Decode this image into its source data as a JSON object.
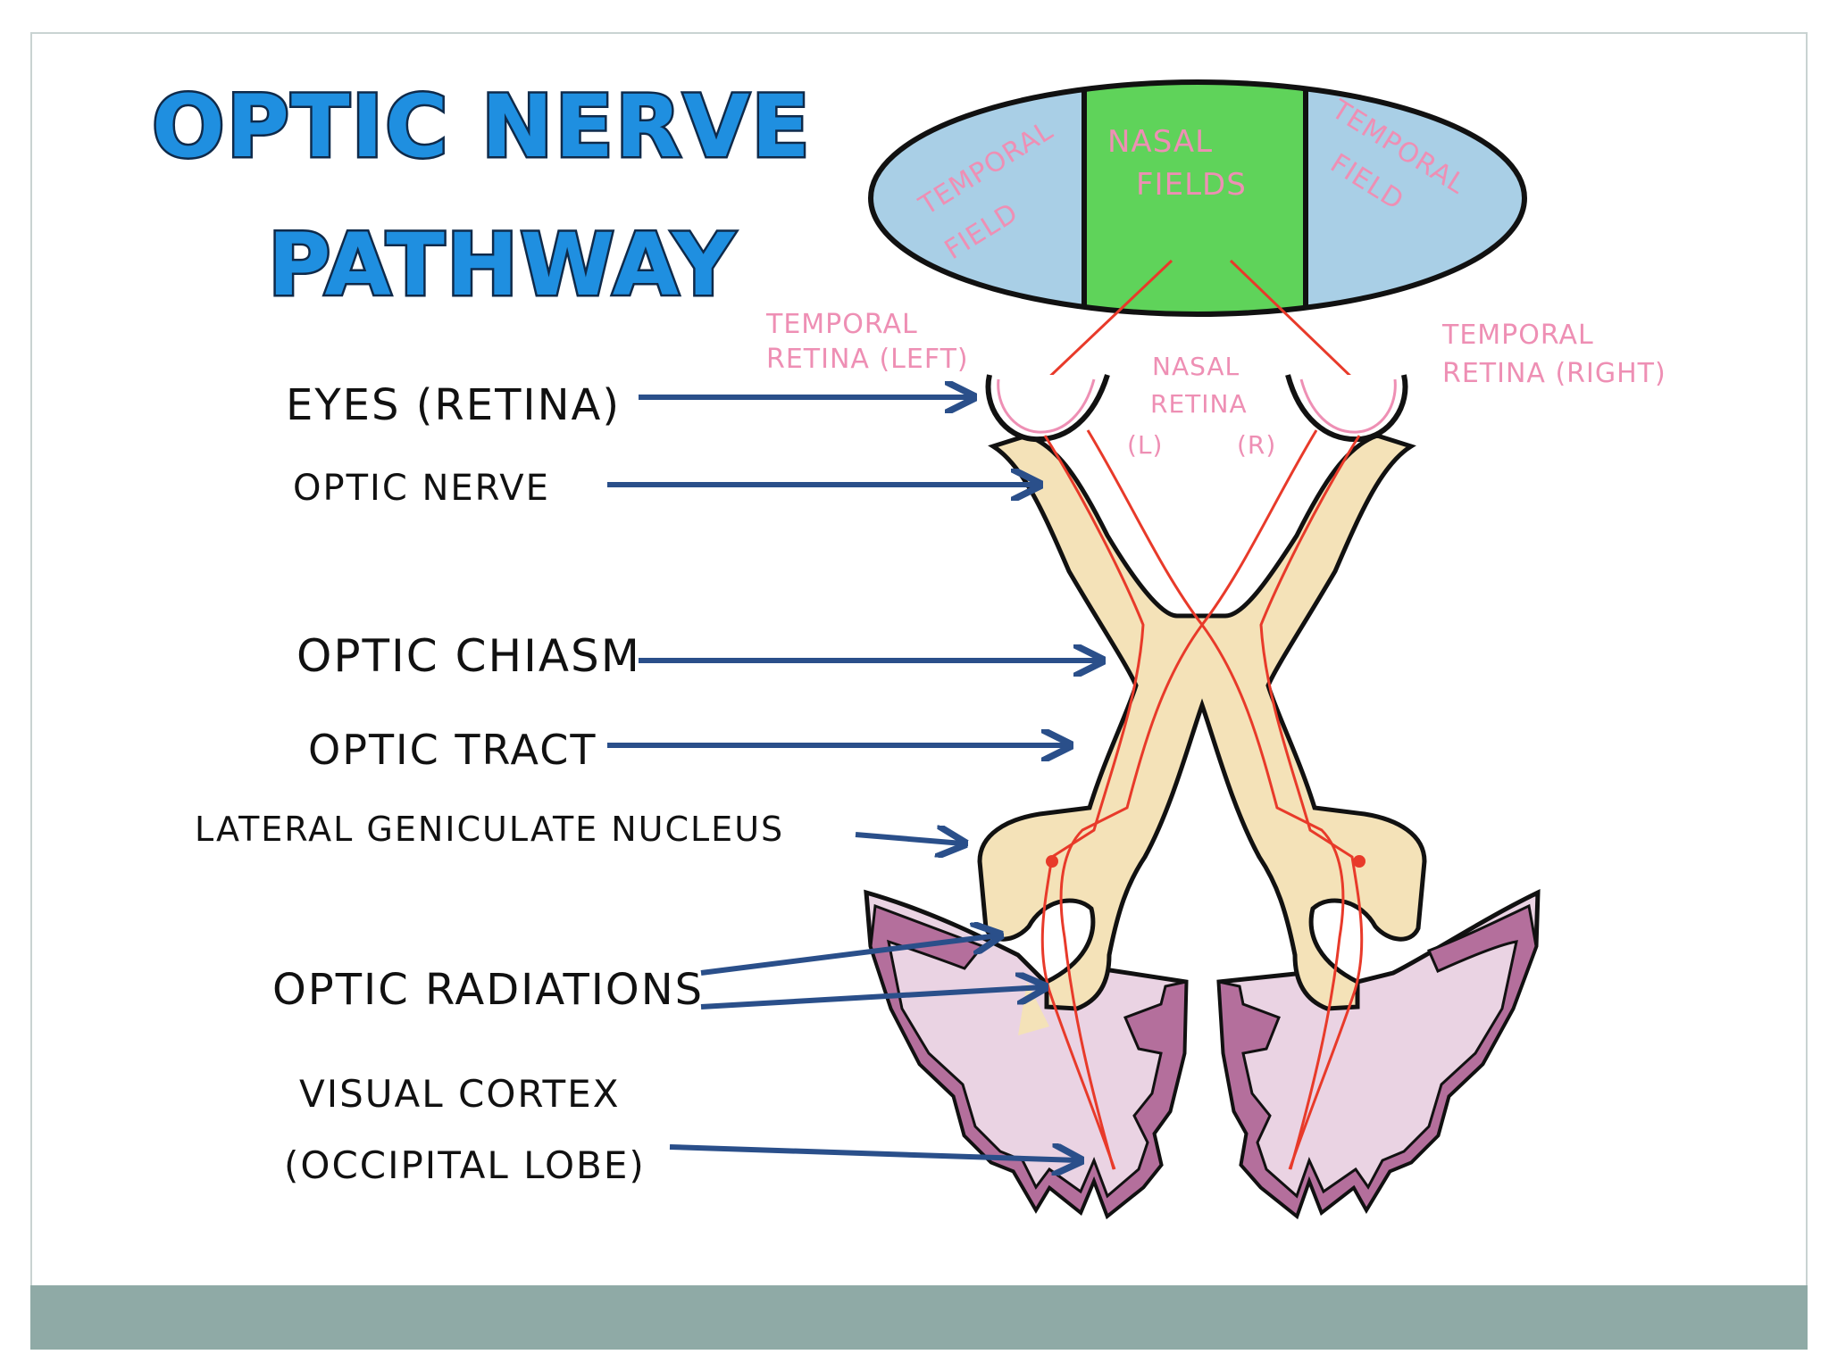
{
  "title": {
    "line1": "OPTIC NERVE",
    "line2": "PATHWAY"
  },
  "visual_field": {
    "left": {
      "line1": "TEMPORAL",
      "line2": "FIELD"
    },
    "center": {
      "line1": "NASAL",
      "line2": "FIELDS"
    },
    "right": {
      "line1": "TEMPORAL",
      "line2": "FIELD"
    }
  },
  "retina_labels": {
    "temporal_left": {
      "line1": "TEMPORAL",
      "line2": "RETINA (LEFT)"
    },
    "nasal": {
      "line1": "NASAL",
      "line2": "RETINA",
      "left": "(L)",
      "right": "(R)"
    },
    "temporal_right": {
      "line1": "TEMPORAL",
      "line2": "RETINA (RIGHT)"
    }
  },
  "structure_labels": {
    "eyes": "EYES (RETINA)",
    "optic_nerve": "OPTIC NERVE",
    "optic_chiasm": "OPTIC CHIASM",
    "optic_tract": "OPTIC TRACT",
    "lgn": "LATERAL GENICULATE NUCLEUS",
    "optic_radiations": "OPTIC RADIATIONS",
    "visual_cortex_line1": "VISUAL CORTEX",
    "visual_cortex_line2": "(OCCIPITAL LOBE)"
  },
  "colors": {
    "title_fill": "#1f8fe0",
    "field_blue": "#a9cfe6",
    "field_green": "#5fd35a",
    "pink_label": "#ee8fb4",
    "arrow_blue": "#2a4f8a",
    "nerve_tan": "#f4e2b8",
    "pathway_red": "#e83a2a",
    "cortex_light": "#ead3e3",
    "cortex_dark": "#b46f9c",
    "footer_bar": "#8faaa6"
  }
}
